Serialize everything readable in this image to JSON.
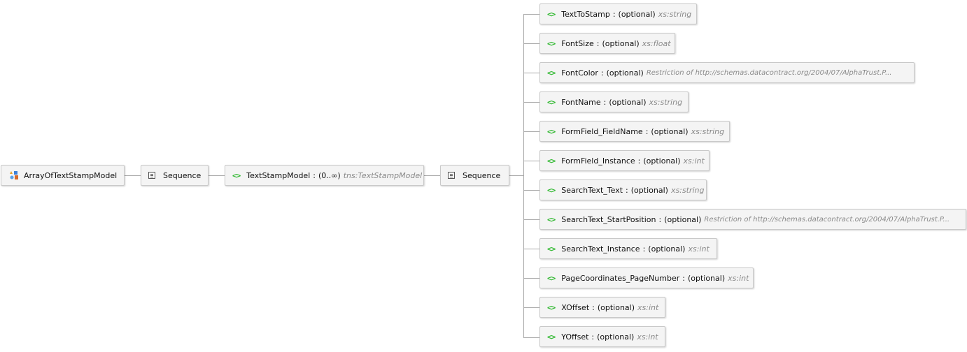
{
  "root": {
    "name": "ArrayOfTextStampModel",
    "icon": "complex-type-icon"
  },
  "sequence1": {
    "label": "Sequence",
    "icon": "sequence-icon"
  },
  "model": {
    "name": "TextStampModel",
    "separator": ":",
    "occurs": "(0..∞)",
    "type": "tns:TextStampModel",
    "icon": "element-icon"
  },
  "sequence2": {
    "label": "Sequence",
    "icon": "sequence-icon"
  },
  "elements": [
    {
      "name": "TextToStamp",
      "occurs": "(optional)",
      "type": "xs:string"
    },
    {
      "name": "FontSize",
      "occurs": "(optional)",
      "type": "xs:float"
    },
    {
      "name": "FontColor",
      "occurs": "(optional)",
      "type": "Restriction of http://schemas.datacontract.org/2004/07/AlphaTrust.P..."
    },
    {
      "name": "FontName",
      "occurs": "(optional)",
      "type": "xs:string"
    },
    {
      "name": "FormField_FieldName",
      "occurs": "(optional)",
      "type": "xs:string"
    },
    {
      "name": "FormField_Instance",
      "occurs": "(optional)",
      "type": "xs:int"
    },
    {
      "name": "SearchText_Text",
      "occurs": "(optional)",
      "type": "xs:string"
    },
    {
      "name": "SearchText_StartPosition",
      "occurs": "(optional)",
      "type": "Restriction of http://schemas.datacontract.org/2004/07/AlphaTrust.P..."
    },
    {
      "name": "SearchText_Instance",
      "occurs": "(optional)",
      "type": "xs:int"
    },
    {
      "name": "PageCoordinates_PageNumber",
      "occurs": "(optional)",
      "type": "xs:int"
    },
    {
      "name": "XOffset",
      "occurs": "(optional)",
      "type": "xs:int"
    },
    {
      "name": "YOffset",
      "occurs": "(optional)",
      "type": "xs:int"
    }
  ],
  "colors": {
    "element_icon": "#2fb82f",
    "type_text": "#8a8a8a",
    "node_bg": "#f4f4f4",
    "node_border": "#c9c9c9",
    "connector": "#a9a9a9"
  }
}
